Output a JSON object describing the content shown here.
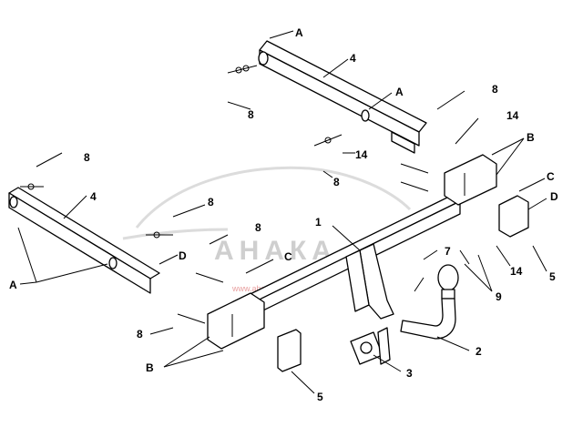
{
  "watermark": {
    "brand": "АНАКА",
    "site": "www.ahaka.ru"
  },
  "callouts": {
    "a1": "A",
    "a2": "A",
    "a3": "A",
    "b1": "B",
    "b2": "B",
    "c1": "C",
    "c2": "C",
    "d1": "D",
    "d2": "D",
    "p1": "1",
    "p2": "2",
    "p3": "3",
    "p4a": "4",
    "p4b": "4",
    "p5a": "5",
    "p5b": "5",
    "p7": "7",
    "p8a": "8",
    "p8b": "8",
    "p8c": "8",
    "p8d": "8",
    "p8e": "8",
    "p8f": "8",
    "p8g": "8",
    "p9": "9",
    "p14a": "14",
    "p14b": "14",
    "p14c": "14"
  }
}
